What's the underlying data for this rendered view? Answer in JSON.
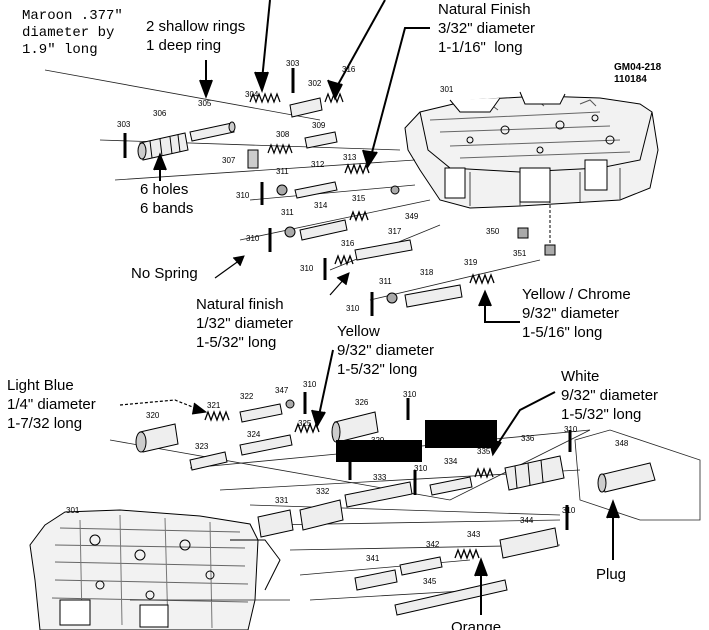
{
  "figure_code": {
    "line1": "GM04-218",
    "line2": "110184"
  },
  "annotations": {
    "maroon": {
      "line1": "Maroon .377\"",
      "line2": "diameter by",
      "line3": "1.9\" long"
    },
    "rings": {
      "line1": "2 shallow rings",
      "line2": "1 deep ring"
    },
    "natural_finish_1": {
      "line1": "Natural Finish",
      "line2": "3/32\" diameter",
      "line3": "1-1/16\"  long"
    },
    "holes": {
      "line1": "6 holes",
      "line2": "6 bands"
    },
    "no_spring": {
      "line1": "No Spring"
    },
    "natural_finish_2": {
      "line1": "Natural finish",
      "line2": "1/32\" diameter",
      "line3": "1-5/32\" long"
    },
    "yellow_chrome": {
      "line1": "Yellow / Chrome",
      "line2": "9/32\" diameter",
      "line3": "1-5/16\" long"
    },
    "yellow": {
      "line1": "Yellow",
      "line2": "9/32\" diameter",
      "line3": "1-5/32\" long"
    },
    "light_blue": {
      "line1": "Light Blue",
      "line2": "1/4\" diameter",
      "line3": "1-7/32 long"
    },
    "white": {
      "line1": "White",
      "line2": "9/32\" diameter",
      "line3": "1-5/32\" long"
    },
    "plug": {
      "line1": "Plug"
    },
    "orange": {
      "line1": "Orange"
    }
  },
  "part_numbers": [
    "301",
    "302",
    "303",
    "304",
    "305",
    "306",
    "307",
    "308",
    "309",
    "310",
    "311",
    "312",
    "313",
    "314",
    "315",
    "316",
    "317",
    "318",
    "319",
    "320",
    "321",
    "322",
    "323",
    "324",
    "325",
    "326",
    "329",
    "331",
    "332",
    "333",
    "334",
    "335",
    "336",
    "341",
    "342",
    "343",
    "344",
    "345",
    "347",
    "348",
    "349",
    "350",
    "351"
  ]
}
